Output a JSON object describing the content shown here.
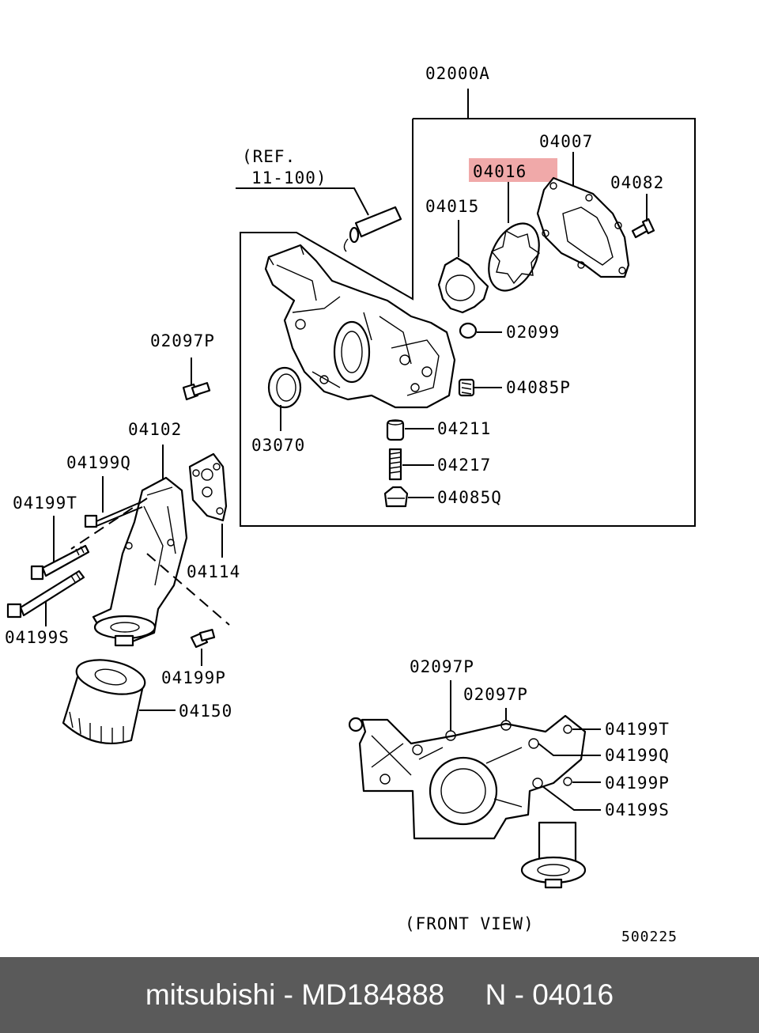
{
  "labels": {
    "assembly": "02000A",
    "ref_line1": "(REF.",
    "ref_line2": "11-100)",
    "l04007": "04007",
    "l04016": "04016",
    "l04082": "04082",
    "l04015": "04015",
    "l02099": "02099",
    "l04085p": "04085P",
    "l03070": "03070",
    "l04211": "04211",
    "l04217": "04217",
    "l04085q": "04085Q",
    "l02097p": "02097P",
    "l04102": "04102",
    "l04199q": "04199Q",
    "l04199t": "04199T",
    "l04114": "04114",
    "l04199s": "04199S",
    "l04199p": "04199P",
    "l04150": "04150",
    "fv_02097p_a": "02097P",
    "fv_02097p_b": "02097P",
    "fv_04199t": "04199T",
    "fv_04199q": "04199Q",
    "fv_04199p": "04199P",
    "fv_04199s": "04199S",
    "front_view": "(FRONT VIEW)",
    "diagram_code": "500225"
  },
  "highlight_color": "#f0a9a9",
  "footer": {
    "brand": "mitsubishi",
    "part_number": "MD184888",
    "position": "N - 04016",
    "text": "mitsubishi - MD184888     N - 04016",
    "background": "#5a5a5a"
  }
}
